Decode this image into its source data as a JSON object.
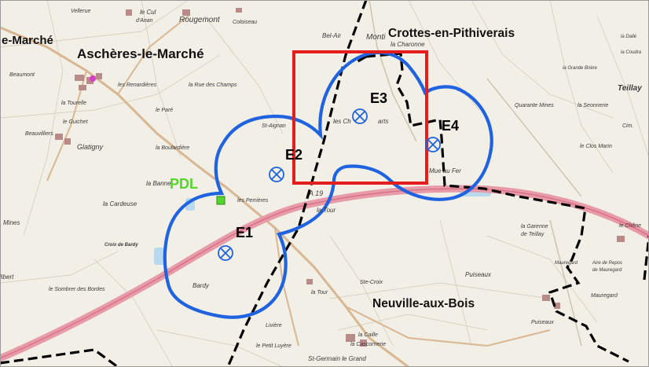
{
  "communes": [
    {
      "id": "asch",
      "label": "Aschères-le-Marché"
    },
    {
      "id": "crottes",
      "label": "Crottes-en-Pithiverais"
    },
    {
      "id": "neuville",
      "label": "Neuville-aux-Bois"
    },
    {
      "id": "marche",
      "label": "e-Marché"
    }
  ],
  "turbines": [
    {
      "id": "E1",
      "label": "E1"
    },
    {
      "id": "E2",
      "label": "E2"
    },
    {
      "id": "E3",
      "label": "E3"
    },
    {
      "id": "E4",
      "label": "E4"
    }
  ],
  "delivery_point": {
    "label": "PDL"
  },
  "road": {
    "label": "A 19"
  },
  "place_names": [
    {
      "id": "rougemont",
      "label": "Rougemont"
    },
    {
      "id": "cul",
      "label": "le Cul"
    },
    {
      "id": "dane",
      "label": "d'Anan"
    },
    {
      "id": "loiseau",
      "label": "Coloiseau"
    },
    {
      "id": "belair",
      "label": "Bel-Air"
    },
    {
      "id": "monti",
      "label": "Monti"
    },
    {
      "id": "charonne",
      "label": "la Charonne"
    },
    {
      "id": "vellerue",
      "label": "Vellerue"
    },
    {
      "id": "beaumont",
      "label": "Beaumont"
    },
    {
      "id": "renardieres",
      "label": "les Renardières"
    },
    {
      "id": "nuechamps",
      "label": "la Rue des Champs"
    },
    {
      "id": "tourelle",
      "label": "la Tourelle"
    },
    {
      "id": "pare",
      "label": "le Paré"
    },
    {
      "id": "guichet",
      "label": "le Guichet"
    },
    {
      "id": "beauvilliers",
      "label": "Beauvilliers"
    },
    {
      "id": "glatigny",
      "label": "Glatigny"
    },
    {
      "id": "boulardiere",
      "label": "la Boulardière"
    },
    {
      "id": "staignan",
      "label": "St-Aignan"
    },
    {
      "id": "chesnets",
      "label": "les Ch"
    },
    {
      "id": "carts",
      "label": "arts"
    },
    {
      "id": "banne",
      "label": "la Banne"
    },
    {
      "id": "perrieres",
      "label": "les Perrières"
    },
    {
      "id": "cardeuse",
      "label": "la Cardeuse"
    },
    {
      "id": "mines",
      "label": "Mines"
    },
    {
      "id": "tour",
      "label": "la Tour"
    },
    {
      "id": "muetfer",
      "label": "Mue au Fer"
    },
    {
      "id": "quarante",
      "label": "Quarante Mines"
    },
    {
      "id": "seonnerie",
      "label": "la Seonnerie"
    },
    {
      "id": "closmarin",
      "label": "le Clos Marin"
    },
    {
      "id": "grandebriere",
      "label": "la Grande Brière"
    },
    {
      "id": "crotx",
      "label": "Croix de Bardy"
    },
    {
      "id": "bardy",
      "label": "Bardy"
    },
    {
      "id": "sombrer",
      "label": "le Sombrer des Bordes"
    },
    {
      "id": "livier",
      "label": "Livière"
    },
    {
      "id": "latour2",
      "label": "la Tour"
    },
    {
      "id": "stecroix",
      "label": "Ste-Croix"
    },
    {
      "id": "puiseaux",
      "label": "Puiseaux"
    },
    {
      "id": "puiseaux2",
      "label": "Puiseaux"
    },
    {
      "id": "garenne",
      "label": "la Garenne"
    },
    {
      "id": "teillay",
      "label": "de Teillay"
    },
    {
      "id": "maurregard",
      "label": "Mauregard"
    },
    {
      "id": "aire",
      "label": "Aire de Repos"
    },
    {
      "id": "demaur",
      "label": "de Mauregard"
    },
    {
      "id": "maurregard2",
      "label": "Mauregard"
    },
    {
      "id": "chene",
      "label": "le Chêne"
    },
    {
      "id": "caille",
      "label": "la Caille"
    },
    {
      "id": "cascon",
      "label": "la Cascornerie"
    },
    {
      "id": "petitlu",
      "label": "le Petit Luyère"
    },
    {
      "id": "stgermain",
      "label": "St-Germain le Grand"
    },
    {
      "id": "teill",
      "label": "Teillay"
    },
    {
      "id": "cim",
      "label": "Cim."
    },
    {
      "id": "liert",
      "label": "libert"
    },
    {
      "id": "cour",
      "label": "la Coudra"
    },
    {
      "id": "dalls",
      "label": "la Dallé"
    }
  ],
  "colors": {
    "study_area": "#e41d1d",
    "buffer": "#1f63e0",
    "turbine": "#1f63e0",
    "pdl": "#55d62b",
    "motorway": "#e79aa8",
    "boundary": "#000000"
  }
}
